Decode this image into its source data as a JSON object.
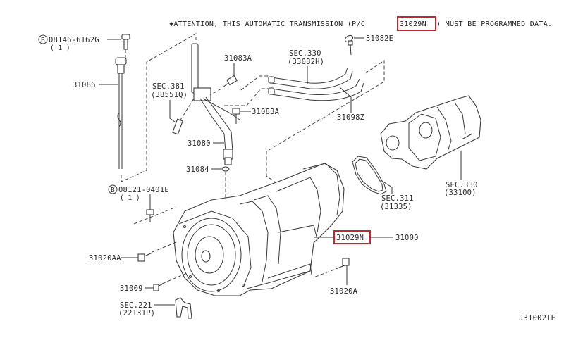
{
  "diagram": {
    "attention_note": {
      "prefix": "✱ATTENTION; THIS AUTOMATIC TRANSMISSION (P/C",
      "highlight": "31029N",
      "suffix": ") MUST BE PROGRAMMED DATA."
    },
    "labels": {
      "bolt_08146": "08146-6162G",
      "bolt_08146_qty": "( 1 )",
      "bolt_08121": "08121-0401E",
      "bolt_08121_qty": "( 1 )",
      "circle_b": "B",
      "dipstick": "31086",
      "bolt_31083a_top": "31083A",
      "bolt_31083a_mid": "31083A",
      "sec381": "SEC.381",
      "sec381_sub": "(38551Q)",
      "sec330_hose": "SEC.330",
      "sec330_hose_sub": "(33082H)",
      "clip": "31082E",
      "hose": "31098Z",
      "tube": "31080",
      "oring": "31084",
      "sec311": "SEC.311",
      "sec311_sub": "(31335)",
      "sec330_case": "SEC.330",
      "sec330_case_sub": "(33100)",
      "transmission_pc": "31029N",
      "transmission": "31000",
      "bolt_31020aa": "31020AA",
      "plug": "31009",
      "sec221": "SEC.221",
      "sec221_sub": "(22131P)",
      "bolt_31020a": "31020A",
      "diagram_code": "J31002TE"
    },
    "colors": {
      "highlight": "#c0282d",
      "line": "#333333",
      "background": "#ffffff"
    }
  }
}
